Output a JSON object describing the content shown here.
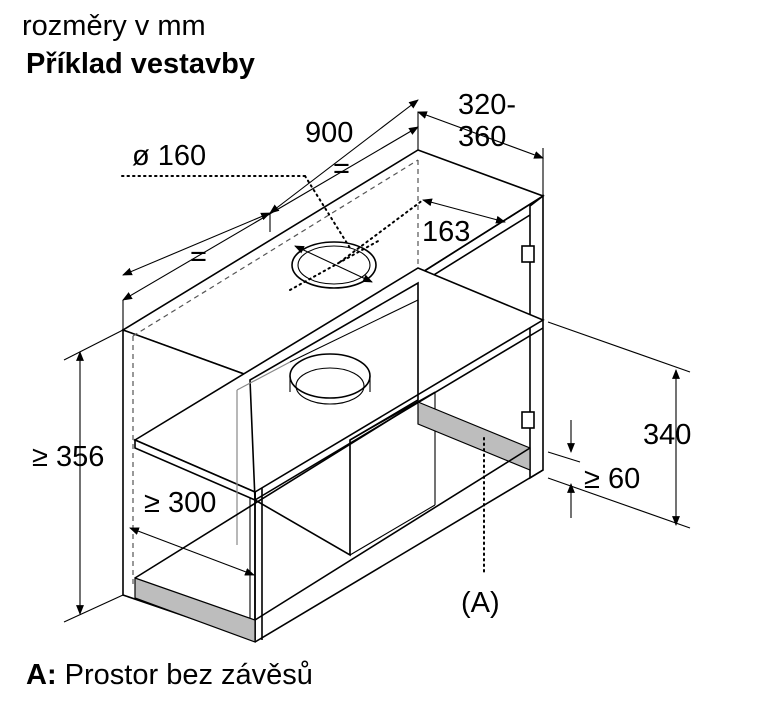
{
  "header": {
    "units_note": "rozměry v mm",
    "title": "Příklad vestavby"
  },
  "dimensions": {
    "width": "900",
    "equal_left": "=",
    "equal_right": "=",
    "depth_line1": "320-",
    "depth_line2": "360",
    "duct_diameter": "ø 160",
    "duct_offset": "163",
    "min_height": "≥ 356",
    "min_depth": "≥ 300",
    "side_height": "340",
    "min_gap": "≥ 60"
  },
  "marker": {
    "label": "(A)"
  },
  "legend": {
    "key": "A:",
    "text": " Prostor bez závěsů"
  }
}
